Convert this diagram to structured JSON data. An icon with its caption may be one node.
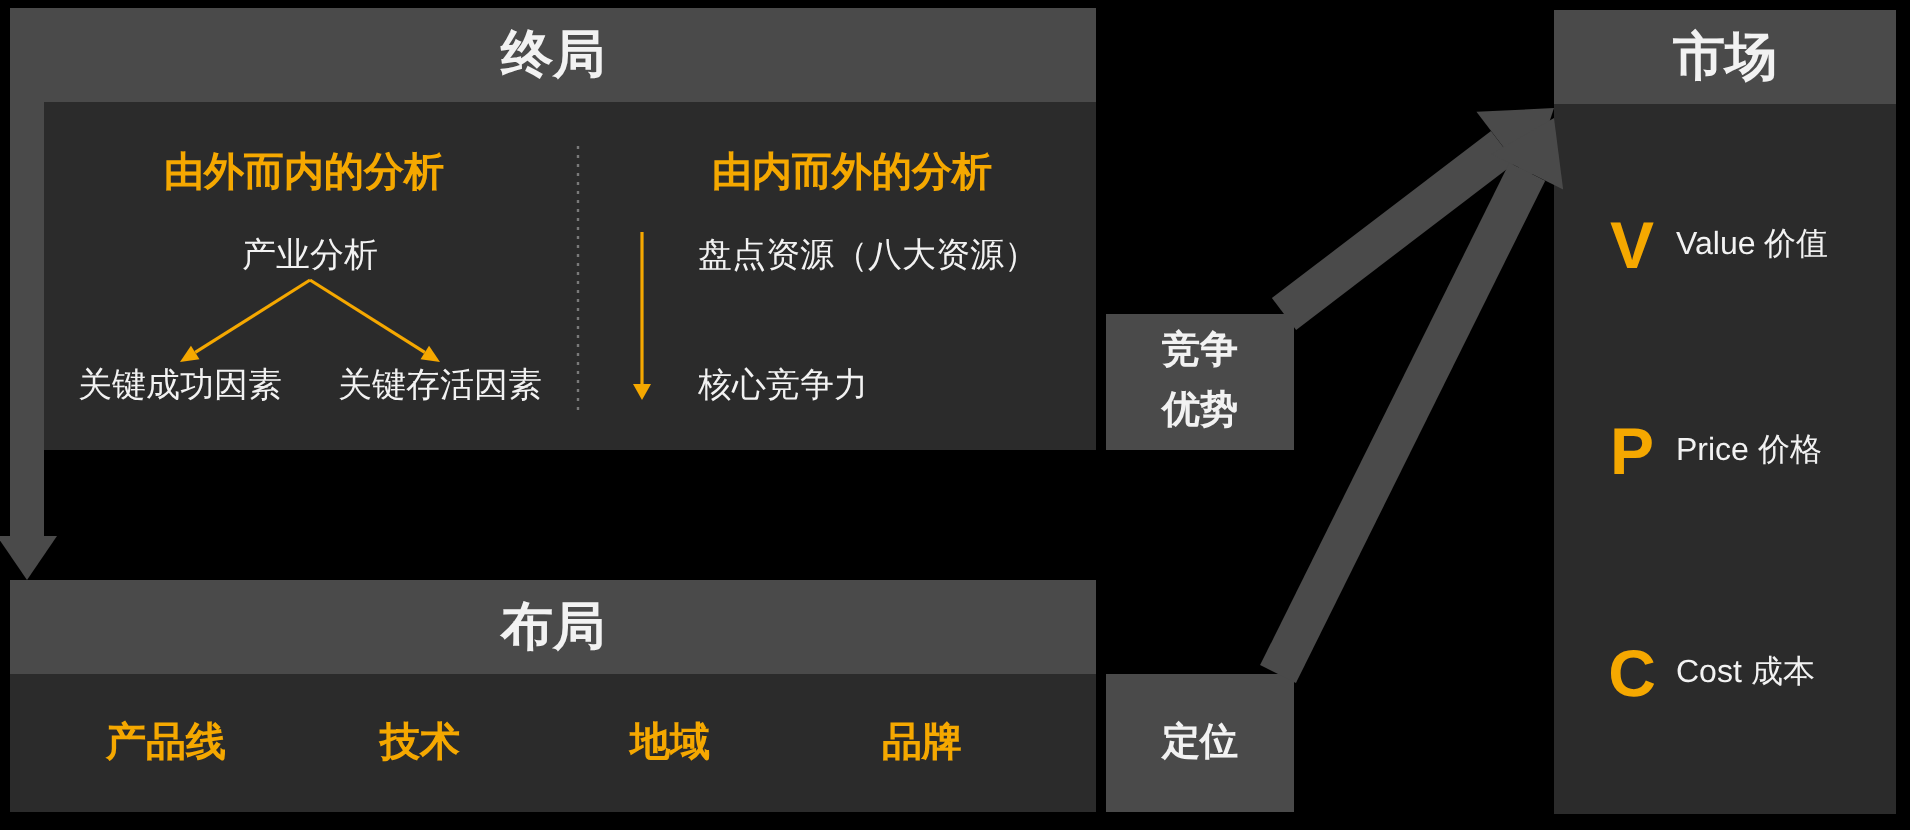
{
  "diagram": {
    "nodes": [
      {
        "text": [
          "终局",
          "由外而内的分析",
          "由内而外的分析",
          "盘点资源（八大资源）",
          "核心竞争力"
        ]
      },
      {
        "text": [
          "产业分析"
        ],
        "in": 0
      },
      {
        "text": [
          "关键成功因素"
        ],
        "in": 0
      },
      {
        "text": [
          "关键存活因素"
        ],
        "in": 0
      },
      {
        "text": [
          "竞争优势"
        ]
      },
      {
        "text": [
          "布局",
          "产品线",
          "技术",
          "地域",
          "品牌"
        ]
      },
      {
        "text": [
          "定位"
        ]
      },
      {
        "text": [
          "市场",
          "V",
          "Value 价值",
          "P",
          "Price 价格",
          "C",
          "Cost 成本"
        ]
      }
    ],
    "edges": [
      {
        "from": 1,
        "to": 2,
        "arrow": "to",
        "color": "#f5a800"
      },
      {
        "from": 1,
        "to": 3,
        "arrow": "to",
        "color": "#f5a800"
      },
      {
        "from": 0,
        "to": 5,
        "arrow": "to"
      },
      {
        "from": 4,
        "to": 7,
        "arrow": "to"
      },
      {
        "from": 6,
        "to": 7,
        "arrow": "to"
      }
    ]
  }
}
